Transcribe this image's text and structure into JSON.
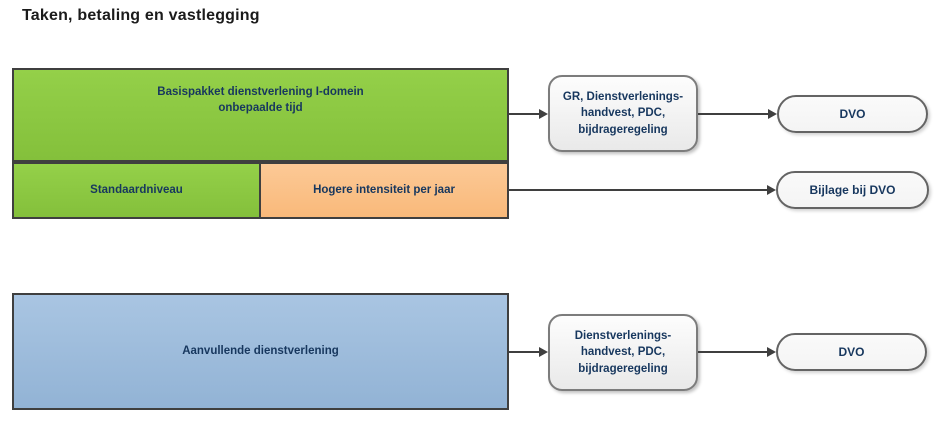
{
  "title": "Taken, betaling en vastlegging",
  "colors": {
    "green": "#8cc63f",
    "orange": "#fbbe82",
    "blue": "#9dbddc",
    "box_border": "#3f3f3f",
    "rounded_border": "#7c7c7c",
    "text_navy": "#17375e",
    "arrow": "#3f3f3f"
  },
  "flow1": {
    "basis_box": "Basispakket dienstverlening I-domein\nonbepaalde tijd",
    "standard_box": "Standaardniveau",
    "higher_box": "Hogere intensiteit per jaar",
    "process_box": "GR, Dienstverlenings-\nhandvest, PDC,\nbijdrageregeling",
    "dvo_pill": "DVO",
    "bijlage_pill": "Bijlage bij DVO"
  },
  "flow2": {
    "main_box": "Aanvullende dienstverlening",
    "process_box": "Dienstverlenings-\nhandvest, PDC,\nbijdrageregeling",
    "dvo_pill": "DVO"
  }
}
